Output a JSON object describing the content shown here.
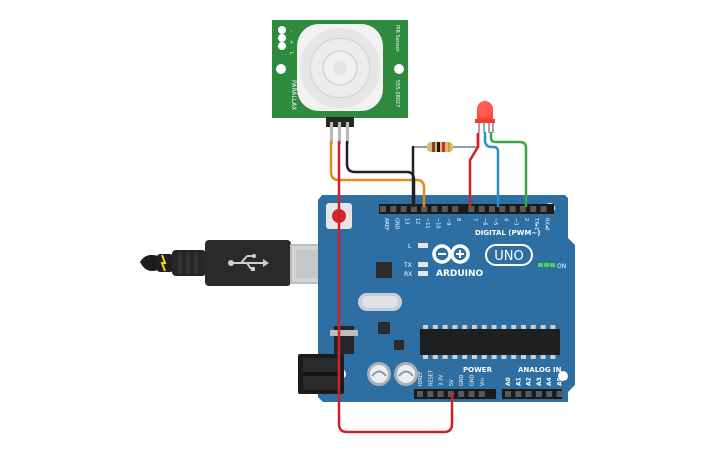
{
  "pir": {
    "label_left": "PARALLAX",
    "label_right_1": "PIR Sensor",
    "label_right_2": "555-28027",
    "pin_gnd": "-",
    "pin_out": "+",
    "pin_vcc": "L"
  },
  "board": {
    "brand": "ARDUINO",
    "model": "UNO",
    "digital_label": "DIGITAL (PWM~)",
    "power_label": "POWER",
    "analog_label": "ANALOG IN",
    "on_label": "ON",
    "led_l": "L",
    "led_tx": "TX",
    "led_rx": "RX",
    "top_pins": [
      "AREF",
      "GND",
      "13",
      "12",
      "~11",
      "~10",
      "~9",
      "8",
      "7",
      "~6",
      "~5",
      "4",
      "~3",
      "2",
      "TX▸1",
      "RX◂0"
    ],
    "power_pins": [
      "IOREF",
      "RESET",
      "3.3V",
      "5V",
      "GND",
      "GND",
      "Vin"
    ],
    "analog_pins": [
      "A0",
      "A1",
      "A2",
      "A3",
      "A4",
      "A5"
    ]
  },
  "colors": {
    "board": "#2e6fa3",
    "pir_pcb": "#2e8b3e",
    "wire_red": "#d0202a",
    "wire_orange": "#e38a18",
    "wire_black": "#222222",
    "wire_blue": "#2a8fd0",
    "wire_green": "#3aa845",
    "led": "#ff4a3d"
  },
  "icons": [
    "usb-icon",
    "arduino-infinity-logo"
  ]
}
